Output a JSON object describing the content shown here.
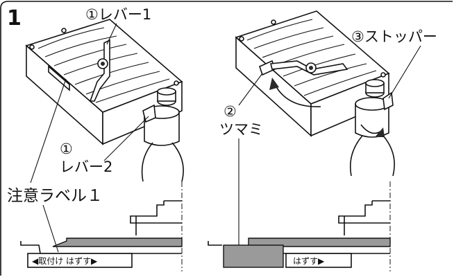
{
  "step_number": "1",
  "labels": {
    "lever1": "①レバー1",
    "stopper": "③ストッパー",
    "knob_number": "②",
    "knob": "ツマミ",
    "lever2_number": "①",
    "lever2": "レバー2",
    "caution_label": "注意ラベル１"
  },
  "tags": {
    "left": "◀取付け はずす▶",
    "right": "はずす▶"
  }
}
